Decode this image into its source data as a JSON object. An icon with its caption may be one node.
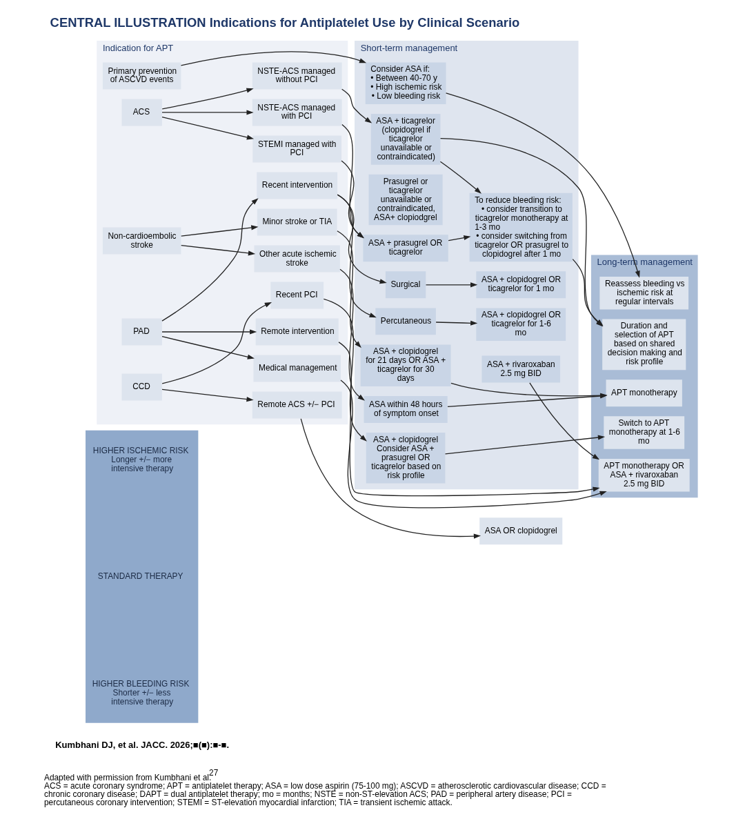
{
  "diagram": {
    "title": "CENTRAL ILLUSTRATION Indications for Antiplatelet Use by Clinical Scenario",
    "caption": "Adapted with permission from Kumbhani et al.$^{27}$ ACS = acute coronary syndrome; APT = antiplatelet therapy; ASA = low dose aspirin (75-100 mg); ASCVD = atherosclerotic cardiovascular disease; CCD = chronic coronary disease; DAPT = dual antiplatelet therapy; mo = months; NSTE = non-ST-elevation ACS; PAD = peripheral artery disease; PCI = percutaneous coronary intervention; STEMI = ST-elevation myocardial infarction; TIA = transient ischemic attack.",
    "nodes": [
      {
        "text": [
          "HIGHER ISCHEMIC RISK",
          "Longer +/− more intensive therapy",
          "STANDARD THERAPY",
          "HIGHER BLEEDING RISK",
          "Shorter +/− less intensive therapy"
        ]
      },
      {
        "text": [
          "Indication for APT"
        ]
      },
      {
        "text": [
          "Short-term management"
        ]
      },
      {
        "text": [
          "Long-term management"
        ]
      },
      {
        "text": [
          "Primary prevention of ASCVD events"
        ],
        "in": 1
      },
      {
        "text": [
          "ACS"
        ],
        "in": 1
      },
      {
        "text": [
          "STEMI managed with PCI"
        ],
        "in": 1
      },
      {
        "text": [
          "NSTE-ACS managed with PCI"
        ],
        "in": 1
      },
      {
        "text": [
          "NSTE-ACS managed without PCI"
        ],
        "in": 1
      },
      {
        "text": [
          "CCD"
        ],
        "in": 1
      },
      {
        "text": [
          "Remote ACS +/− PCI"
        ],
        "in": 1
      },
      {
        "text": [
          "Recent PCI"
        ],
        "in": 1
      },
      {
        "text": [
          "PAD"
        ],
        "in": 1
      },
      {
        "text": [
          "Medical management"
        ],
        "in": 1
      },
      {
        "text": [
          "Remote intervention"
        ],
        "in": 1
      },
      {
        "text": [
          "Recent intervention"
        ],
        "in": 1
      },
      {
        "text": [
          "Non-cardioembolic stroke"
        ],
        "in": 1
      },
      {
        "text": [
          "Minor stroke or TIA"
        ],
        "in": 1
      },
      {
        "text": [
          "Other acute ischemic stroke"
        ],
        "in": 1
      },
      {
        "text": [
          "Consider ASA if:",
          "• Between 40-70 y",
          "• High ischemic risk",
          "• Low bleeding risk"
        ],
        "in": 2
      },
      {
        "text": [
          "ASA + prasugrel OR ticagrelor"
        ],
        "in": 2
      },
      {
        "text": [
          "Prasugrel or ticagrelor unavailable or contraindicated, ASA+ clopiodgrel"
        ],
        "in": 2
      },
      {
        "text": [
          "ASA + ticagrelor (clopidogrel if ticagrelor unavailable or contraindicated)"
        ],
        "in": 2
      },
      {
        "text": [
          "To reduce bleeding risk:",
          "• consider transition to ticagrelor monotherapy at 1-3 mo",
          "• consider switching from ticagrelor OR prasugrel to clopidogrel after 1 mo"
        ],
        "in": 2
      },
      {
        "text": [
          "ASA + clopidogrel",
          "Consider ASA + prasugrel OR ticagrelor based on risk profile"
        ],
        "in": 2
      },
      {
        "text": [
          "Percutaneous"
        ],
        "in": 2
      },
      {
        "text": [
          "Surgical"
        ],
        "in": 2
      },
      {
        "text": [
          "ASA + clopidogrel OR ticagrelor for 1-6 mo"
        ],
        "in": 2
      },
      {
        "text": [
          "ASA + clopidogrel OR ticagrelor for 1 mo"
        ],
        "in": 2
      },
      {
        "text": [
          "ASA + rivaroxaban 2.5 mg BID"
        ],
        "in": 2
      },
      {
        "text": [
          "ASA + clopidogrel for 21 days OR ASA + ticagrelor for 30 days"
        ],
        "in": 2
      },
      {
        "text": [
          "ASA within 48 hours of symptom onset"
        ],
        "in": 2
      },
      {
        "text": [
          "ASA OR clopidogrel"
        ]
      },
      {
        "text": [
          "Reassess bleeding vs ischemic risk at regular intervals"
        ],
        "in": 3
      },
      {
        "text": [
          "Duration and selection of APT based on shared decision making and risk profile"
        ],
        "in": 3
      },
      {
        "text": [
          "Switch to APT monotherapy at 1-6 mo"
        ],
        "in": 3
      },
      {
        "text": [
          "APT monotherapy OR ASA + rivaroxaban 2.5 mg BID"
        ],
        "in": 3
      },
      {
        "text": [
          "APT monotherapy"
        ],
        "in": 3
      }
    ],
    "edges": [
      {
        "from": 4,
        "to": 19,
        "arrow": "to"
      },
      {
        "from": 19,
        "to": 33,
        "arrow": "to"
      },
      {
        "from": 5,
        "to": 6,
        "arrow": "to"
      },
      {
        "from": 5,
        "to": 7,
        "arrow": "to"
      },
      {
        "from": 5,
        "to": 8,
        "arrow": "to"
      },
      {
        "from": 6,
        "to": 20,
        "arrow": "to"
      },
      {
        "from": 7,
        "to": 20,
        "arrow": "to"
      },
      {
        "from": 8,
        "to": 22,
        "arrow": "to"
      },
      {
        "from": 20,
        "to": 23,
        "arrow": "to"
      },
      {
        "from": 22,
        "to": 23,
        "arrow": "to"
      },
      {
        "from": 22,
        "to": 34,
        "arrow": "to"
      },
      {
        "from": 23,
        "to": 34,
        "arrow": "to"
      },
      {
        "from": 9,
        "to": 10,
        "arrow": "to"
      },
      {
        "from": 9,
        "to": 11,
        "arrow": "to"
      },
      {
        "from": 10,
        "to": 32,
        "arrow": "to"
      },
      {
        "from": 11,
        "to": 24,
        "arrow": "to"
      },
      {
        "from": 24,
        "to": 35,
        "arrow": "to"
      },
      {
        "from": 12,
        "to": 13,
        "arrow": "to"
      },
      {
        "from": 12,
        "to": 14,
        "arrow": "to"
      },
      {
        "from": 12,
        "to": 15,
        "arrow": "to"
      },
      {
        "from": 13,
        "to": 36,
        "arrow": "to"
      },
      {
        "from": 14,
        "to": 36,
        "arrow": "to"
      },
      {
        "from": 15,
        "to": 25,
        "arrow": "to"
      },
      {
        "from": 15,
        "to": 26,
        "arrow": "to"
      },
      {
        "from": 25,
        "to": 27,
        "arrow": "to"
      },
      {
        "from": 26,
        "to": 28,
        "arrow": "to"
      },
      {
        "from": 29,
        "to": 36,
        "arrow": "to"
      },
      {
        "from": 16,
        "to": 17,
        "arrow": "to"
      },
      {
        "from": 16,
        "to": 18,
        "arrow": "to"
      },
      {
        "from": 17,
        "to": 30,
        "arrow": "to"
      },
      {
        "from": 18,
        "to": 31,
        "arrow": "to"
      },
      {
        "from": 30,
        "to": 37,
        "arrow": "to"
      },
      {
        "from": 31,
        "to": 37,
        "arrow": "to"
      }
    ],
    "labels": [
      "Kumbhani DJ, et al. JACC. 2026;■(■):■-■."
    ]
  }
}
